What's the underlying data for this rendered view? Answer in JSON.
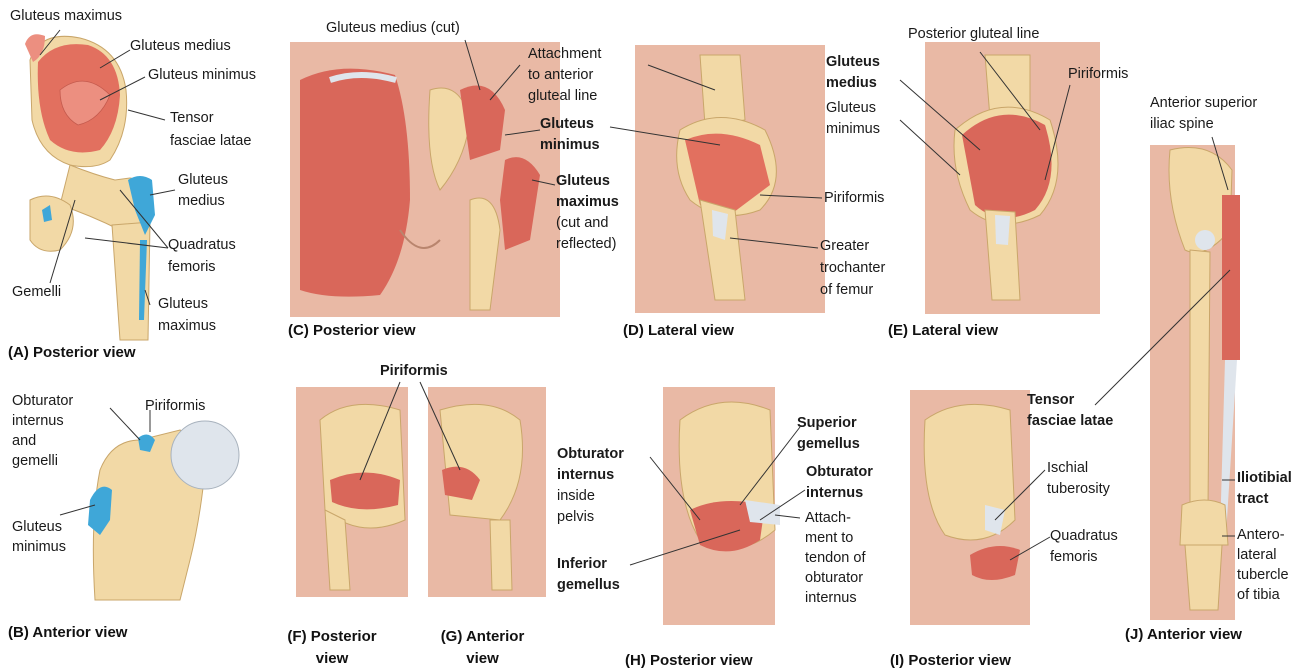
{
  "colors": {
    "bone": "#f2d9a6",
    "bone_edge": "#c9a66a",
    "muscle": "#d9675a",
    "muscle_light": "#ec8f80",
    "skin": "#e9b9a5",
    "attachment": "#3fa7d8",
    "tendon": "#dfe5ec",
    "leader": "#333333"
  },
  "panels": {
    "A": {
      "caption": "(A) Posterior view",
      "labels": {
        "gluteus_maximus": "Gluteus maximus",
        "gluteus_medius": "Gluteus medius",
        "gluteus_minimus": "Gluteus minimus",
        "tensor1": "Tensor",
        "tensor2": "fasciae latae",
        "gm_med1": "Gluteus",
        "gm_med2": "medius",
        "qf1": "Quadratus",
        "qf2": "femoris",
        "gemelli": "Gemelli",
        "gmax1": "Gluteus",
        "gmax2": "maximus"
      }
    },
    "B": {
      "caption": "(B) Anterior view",
      "labels": {
        "obt1": "Obturator",
        "obt2": "internus",
        "obt3": "and",
        "obt4": "gemelli",
        "piriformis": "Piriformis",
        "gmin1": "Gluteus",
        "gmin2": "minimus"
      }
    },
    "C": {
      "caption": "(C) Posterior view",
      "labels": {
        "gmed_cut": "Gluteus medius (cut)",
        "att1": "Attachment",
        "att2": "to anterior",
        "att3": "gluteal line",
        "gmin1": "Gluteus",
        "gmin2": "minimus",
        "gmax1": "Gluteus",
        "gmax2": "maximus",
        "gmax3": "(cut and",
        "gmax4": "reflected)"
      }
    },
    "D": {
      "caption": "(D) Lateral view",
      "labels": {
        "piriformis": "Piriformis",
        "gt1": "Greater",
        "gt2": "trochanter",
        "gt3": "of femur"
      }
    },
    "E": {
      "caption": "(E) Lateral view",
      "labels": {
        "pgl": "Posterior gluteal line",
        "gmed1": "Gluteus",
        "gmed2": "medius",
        "gmin1": "Gluteus",
        "gmin2": "minimus",
        "piriformis": "Piriformis"
      }
    },
    "FG": {
      "piriformis": "Piriformis"
    },
    "F": {
      "caption1": "(F) Posterior",
      "caption2": "view"
    },
    "G": {
      "caption1": "(G) Anterior",
      "caption2": "view"
    },
    "H": {
      "caption": "(H) Posterior view",
      "labels": {
        "sg1": "Superior",
        "sg2": "gemellus",
        "oi_in1": "Obturator",
        "oi_in2": "internus",
        "oi_in3": "inside",
        "oi_in4": "pelvis",
        "oi1": "Obturator",
        "oi2": "internus",
        "att1": "Attach-",
        "att2": "ment to",
        "att3": "tendon of",
        "att4": "obturator",
        "att5": "internus",
        "ig1": "Inferior",
        "ig2": "gemellus"
      }
    },
    "I": {
      "caption": "(I) Posterior view",
      "labels": {
        "it1": "Ischial",
        "it2": "tuberosity",
        "qf1": "Quadratus",
        "qf2": "femoris"
      }
    },
    "J": {
      "caption": "(J) Anterior view",
      "labels": {
        "asis1": "Anterior superior",
        "asis2": "iliac spine",
        "tfl1": "Tensor",
        "tfl2": "fasciae latae",
        "itt1": "Iliotibial",
        "itt2": "tract",
        "alt1": "Antero-",
        "alt2": "lateral",
        "alt3": "tubercle",
        "alt4": "of tibia"
      }
    }
  }
}
